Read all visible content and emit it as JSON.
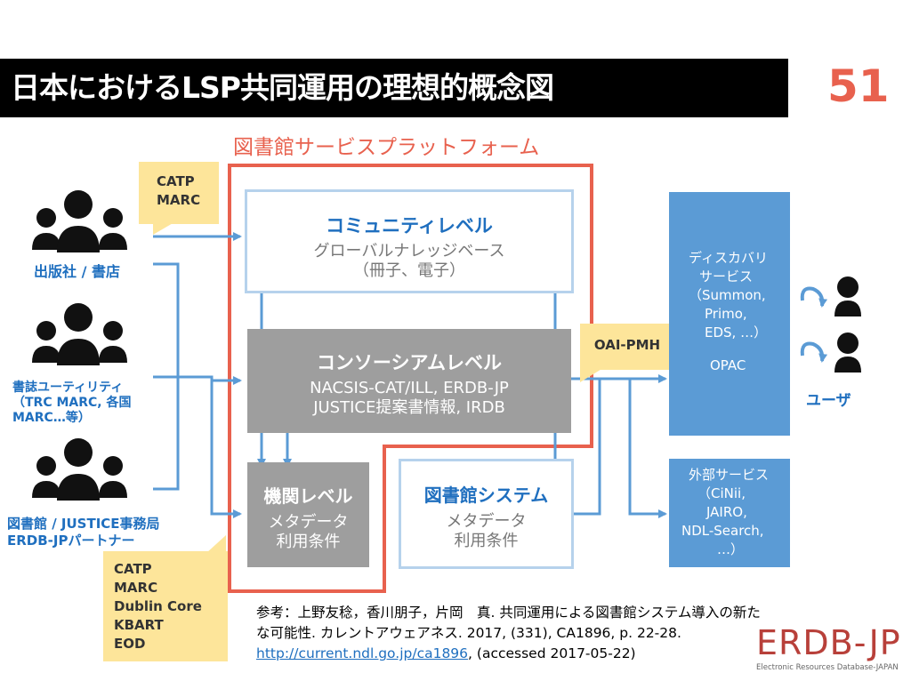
{
  "header": {
    "title": "日本におけるLSP共同運用の理想的概念図",
    "page_number": "51"
  },
  "platform_label": "図書館サービスプラットフォーム",
  "notes": {
    "catp_top": [
      "CATP",
      "MARC"
    ],
    "oai": "OAI-PMH",
    "catp_bottom": [
      "CATP",
      "MARC",
      "Dublin Core",
      "KBART",
      "EOD"
    ]
  },
  "sources": {
    "publishers": "出版社 / 書店",
    "utilities": [
      "書誌ユーティリティ",
      "（TRC MARC, 各国",
      "MARC…等）"
    ],
    "libraries": [
      "図書館 / JUSTICE事務局",
      "ERDB-JPパートナー"
    ]
  },
  "levels": {
    "community": {
      "title": "コミュニティレベル",
      "sub": [
        "グローバルナレッジベース",
        "（冊子、電子）"
      ]
    },
    "consortium": {
      "title": "コンソーシアムレベル",
      "sub": [
        "NACSIS-CAT/ILL, ERDB-JP",
        "JUSTICE提案書情報, IRDB"
      ]
    },
    "institution": {
      "title": "機関レベル",
      "sub": [
        "メタデータ",
        "利用条件"
      ]
    },
    "library_system": {
      "title": "図書館システム",
      "sub": [
        "メタデータ",
        "利用条件"
      ]
    }
  },
  "discovery": {
    "lines": [
      "ディスカバリ",
      "サービス",
      "（Summon,",
      "Primo,",
      "EDS, …）"
    ],
    "opac": "OPAC"
  },
  "external": {
    "lines": [
      "外部サービス",
      "（CiNii,",
      "JAIRO,",
      "NDL-Search,",
      "…）"
    ]
  },
  "users_label": "ユーザ",
  "reference": {
    "line1": "参考：上野友稔，香川朋子，片岡　真. 共同運用による図書館システム導入の新た",
    "line2": "な可能性. カレントアウェアネス. 2017, (331), CA1896, p. 22-28.",
    "url": "http://current.ndl.go.jp/ca1896",
    "accessed": ", (accessed 2017-05-22)"
  },
  "logo": {
    "main": "ERDB-JP",
    "sub": "Electronic Resources Database-JAPAN"
  },
  "colors": {
    "accent_red": "#e8614e",
    "arrow_blue": "#5b9bd5",
    "sticky": "#fde59a",
    "gray_box": "#9e9e9e",
    "label_blue": "#1f6fbf"
  }
}
